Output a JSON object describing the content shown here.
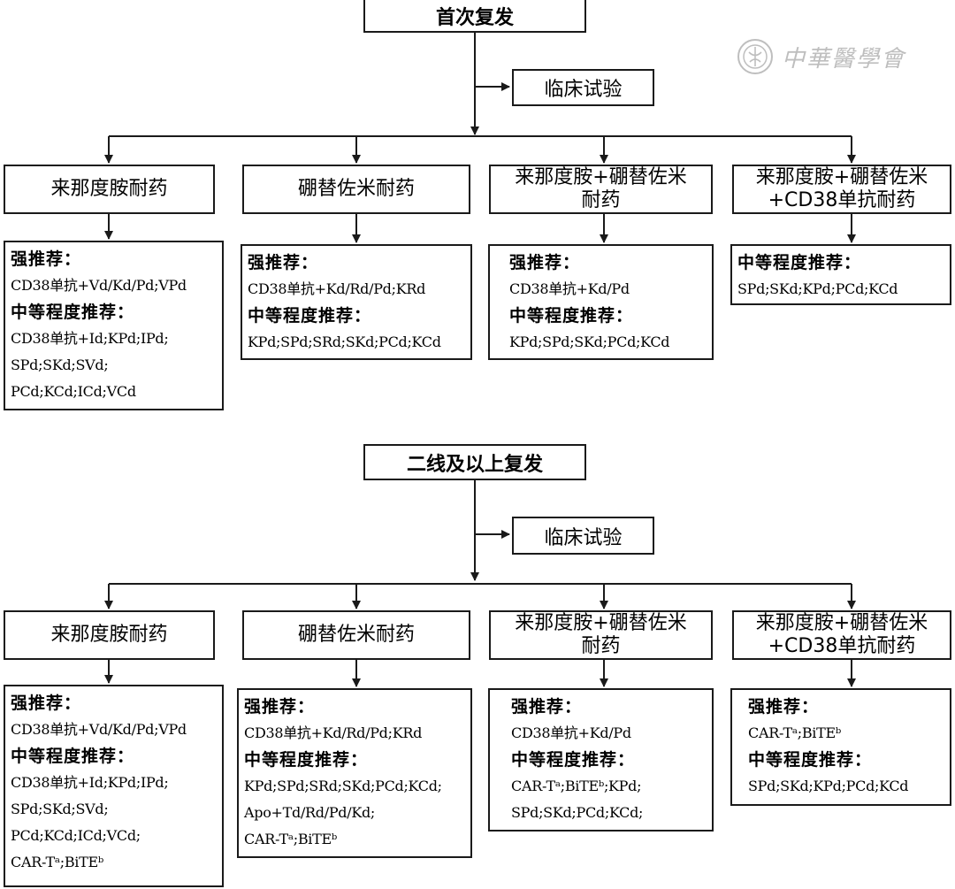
{
  "watermark": {
    "text": "中華醫學會"
  },
  "sections": [
    {
      "root": "首次复发",
      "trial": "临床试验",
      "columns": [
        {
          "category": "来那度胺耐药",
          "strong_label": "强推荐：",
          "strong": [
            "CD38单抗+Vd/Kd/Pd;VPd"
          ],
          "moderate_label": "中等程度推荐：",
          "moderate": [
            "CD38单抗+Id;KPd;IPd;",
            "SPd;SKd;SVd;",
            "PCd;KCd;ICd;VCd"
          ]
        },
        {
          "category": "硼替佐米耐药",
          "strong_label": "强推荐：",
          "strong": [
            "CD38单抗+Kd/Rd/Pd;KRd"
          ],
          "moderate_label": "中等程度推荐：",
          "moderate": [
            "KPd;SPd;SRd;SKd;PCd;KCd"
          ]
        },
        {
          "category": "来那度胺+硼替佐米耐药",
          "strong_label": "强推荐：",
          "strong": [
            "CD38单抗+Kd/Pd"
          ],
          "moderate_label": "中等程度推荐：",
          "moderate": [
            "KPd;SPd;SKd;PCd;KCd"
          ]
        },
        {
          "category": "来那度胺+硼替佐米+CD38单抗耐药",
          "strong_label": "",
          "strong": [],
          "moderate_label": "中等程度推荐：",
          "moderate": [
            "SPd;SKd;KPd;PCd;KCd"
          ]
        }
      ]
    },
    {
      "root": "二线及以上复发",
      "trial": "临床试验",
      "columns": [
        {
          "category": "来那度胺耐药",
          "strong_label": "强推荐：",
          "strong": [
            "CD38单抗+Vd/Kd/Pd;VPd"
          ],
          "moderate_label": "中等程度推荐：",
          "moderate": [
            "CD38单抗+Id;KPd;IPd;",
            "SPd;SKd;SVd;",
            "PCd;KCd;ICd;VCd;",
            "CAR-Tᵃ;BiTEᵇ"
          ]
        },
        {
          "category": "硼替佐米耐药",
          "strong_label": "强推荐：",
          "strong": [
            "CD38单抗+Kd/Rd/Pd;KRd"
          ],
          "moderate_label": "中等程度推荐：",
          "moderate": [
            "KPd;SPd;SRd;SKd;PCd;KCd;",
            "Apo+Td/Rd/Pd/Kd;",
            "CAR-Tᵃ;BiTEᵇ"
          ]
        },
        {
          "category": "来那度胺+硼替佐米耐药",
          "strong_label": "强推荐：",
          "strong": [
            "CD38单抗+Kd/Pd"
          ],
          "moderate_label": "中等程度推荐：",
          "moderate": [
            "CAR-Tᵃ;BiTEᵇ;KPd;",
            "SPd;SKd;PCd;KCd;"
          ]
        },
        {
          "category": "来那度胺+硼替佐米+CD38单抗耐药",
          "strong_label": "强推荐：",
          "strong": [
            "CAR-Tᵃ;BiTEᵇ"
          ],
          "moderate_label": "中等程度推荐：",
          "moderate": [
            "SPd;SKd;KPd;PCd;KCd"
          ]
        }
      ]
    }
  ]
}
